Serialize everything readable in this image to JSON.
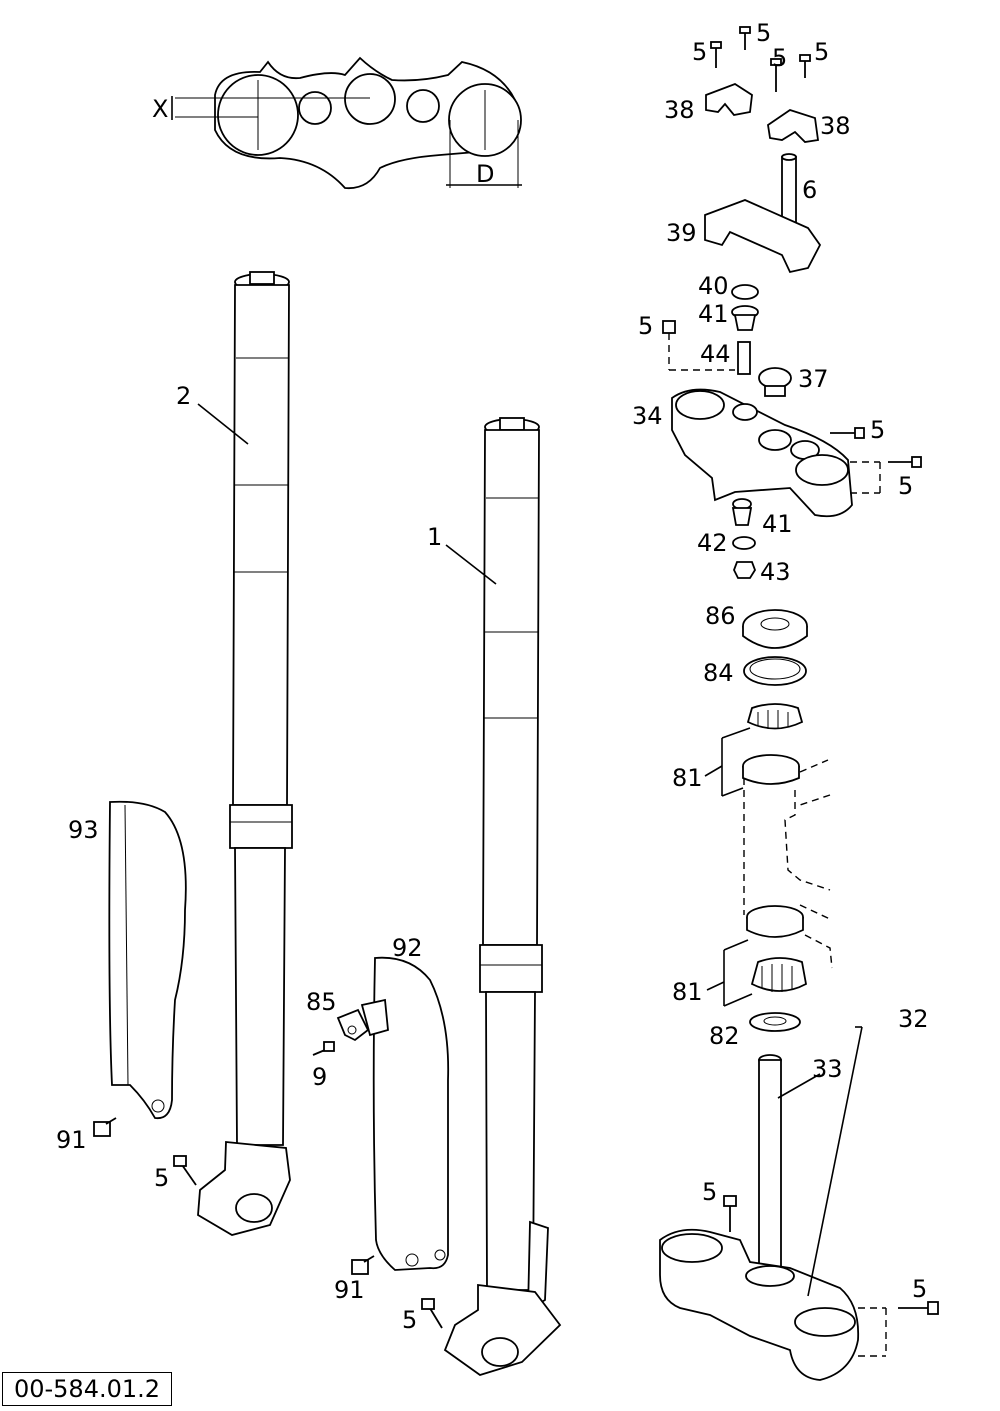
{
  "document_ref": "00-584.01.2",
  "dimensions": {
    "x": "X",
    "d": "D"
  },
  "callouts": {
    "c1": "1",
    "c2": "2",
    "c5": "5",
    "c6": "6",
    "c9": "9",
    "c32": "32",
    "c33": "33",
    "c34": "34",
    "c37": "37",
    "c38": "38",
    "c39": "39",
    "c40": "40",
    "c41": "41",
    "c42": "42",
    "c43": "43",
    "c44": "44",
    "c81": "81",
    "c82": "82",
    "c84": "84",
    "c85": "85",
    "c86": "86",
    "c91": "91",
    "c92": "92",
    "c93": "93"
  }
}
